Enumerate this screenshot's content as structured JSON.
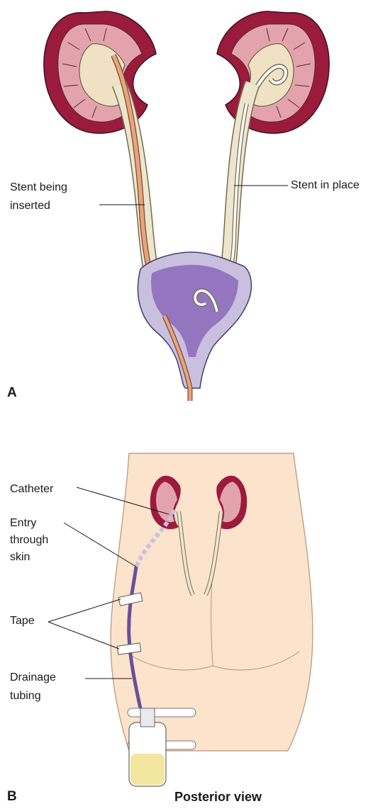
{
  "panel_a": {
    "letter": "A",
    "labels": {
      "stent_being_inserted_line1": "Stent being",
      "stent_being_inserted_line2": "inserted",
      "stent_in_place": "Stent in place"
    }
  },
  "panel_b": {
    "letter": "B",
    "view_caption": "Posterior view",
    "labels": {
      "catheter": "Catheter",
      "entry_line1": "Entry",
      "entry_line2": "through",
      "entry_line3": "skin",
      "tape": "Tape",
      "drainage_line1": "Drainage",
      "drainage_line2": "tubing"
    }
  },
  "colors": {
    "kidney_cortex": "#9b1b3d",
    "kidney_medulla": "#e3a3ad",
    "renal_pelvis": "#efe2c4",
    "ureter": "#ece6cf",
    "stent_inserting": "#e8a47c",
    "bladder_outer": "#c9c0e0",
    "bladder_inner": "#8a68b8",
    "skin": "#fbe3cc",
    "drainage_tube": "#6a4f9a",
    "urine": "#f2e6a0"
  }
}
